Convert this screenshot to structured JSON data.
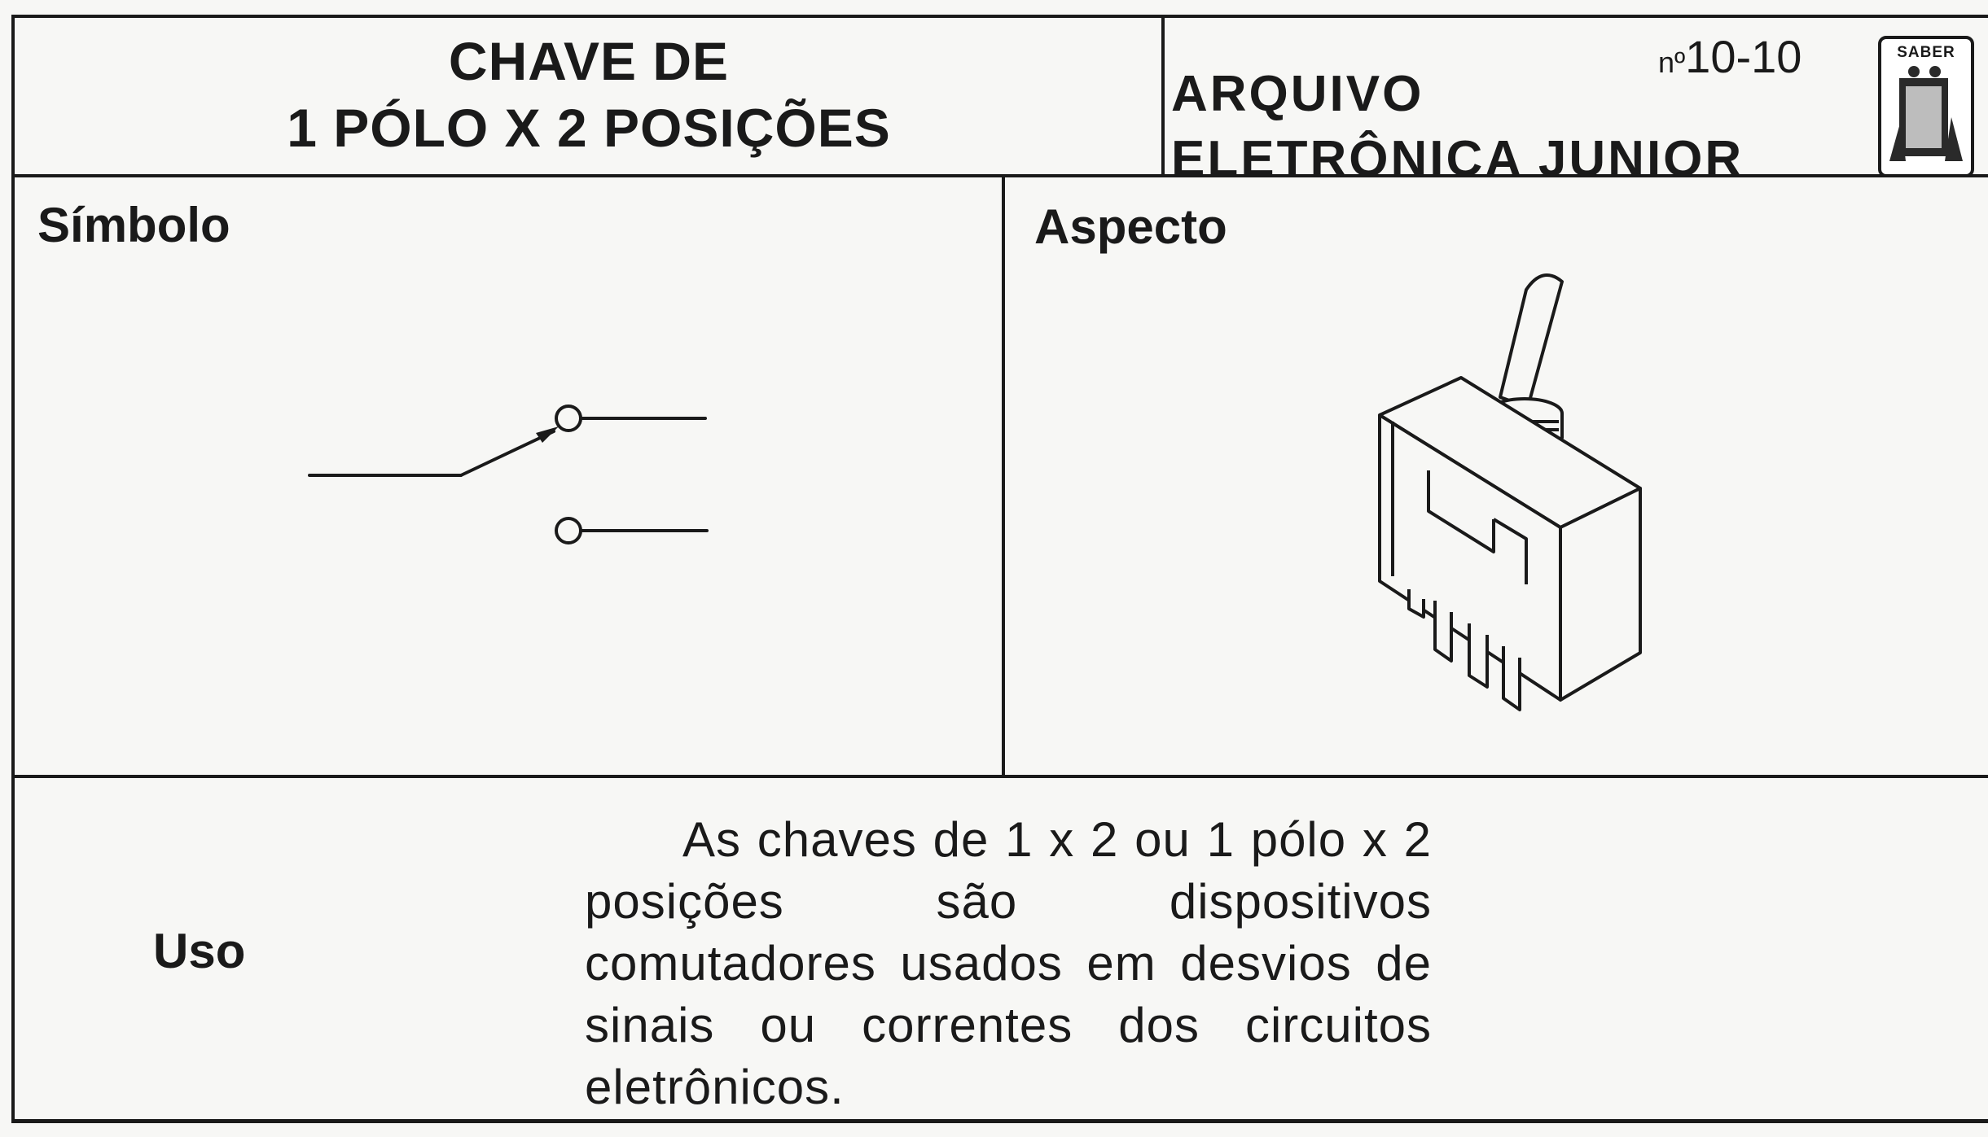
{
  "header": {
    "title_line1": "CHAVE DE",
    "title_line2": "1 PÓLO X 2 POSIÇÕES",
    "archive_line1": "ARQUIVO",
    "archive_line2": "ELETRÔNICA JUNIOR",
    "issue_prefix": "nº",
    "issue_number": "10-10",
    "logo_text": "SABER"
  },
  "sections": {
    "symbol_label": "Símbolo",
    "aspect_label": "Aspecto",
    "usage_label": "Uso",
    "usage_text": "As chaves de 1 x 2 ou 1 pólo x 2 posições são dispositivos comutadores usados em desvios de sinais ou correntes dos circuitos eletrônicos."
  },
  "icons": {
    "switch_symbol": "spdt-switch-symbol-icon",
    "toggle_switch": "toggle-switch-illustration-icon",
    "logo": "saber-logo-icon"
  }
}
